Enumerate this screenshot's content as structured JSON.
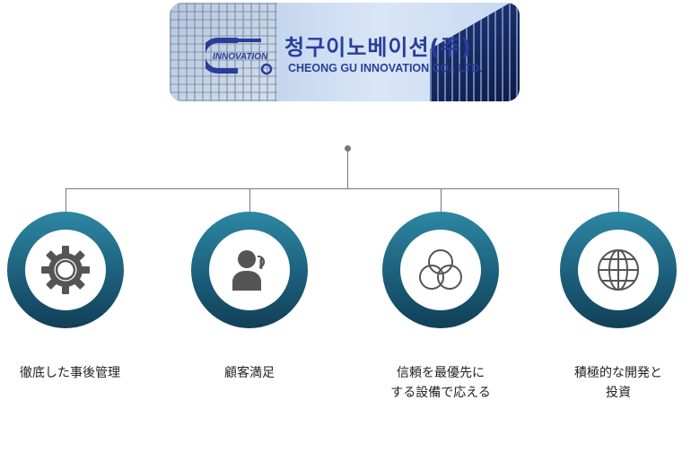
{
  "banner": {
    "brand_korean": "청구이노베이션(주)",
    "brand_english": "CHEONG GU INNOVATION CO., LTD.",
    "logo_text": "INNOVATION"
  },
  "nodes": [
    {
      "icon": "gear-icon",
      "lines": [
        "徹底した事後管理"
      ]
    },
    {
      "icon": "customer-headset-icon",
      "lines": [
        "顧客満足"
      ]
    },
    {
      "icon": "venn-circles-icon",
      "lines": [
        "信頼を最優先に",
        "する設備で応える"
      ]
    },
    {
      "icon": "globe-icon",
      "lines": [
        "積極的な開発と",
        "投資"
      ]
    }
  ],
  "colors": {
    "ring_top": "#2d87a3",
    "ring_bottom": "#123f57",
    "brand_blue": "#2a3d9b",
    "icon_gray": "#555555",
    "connector": "#777777"
  }
}
